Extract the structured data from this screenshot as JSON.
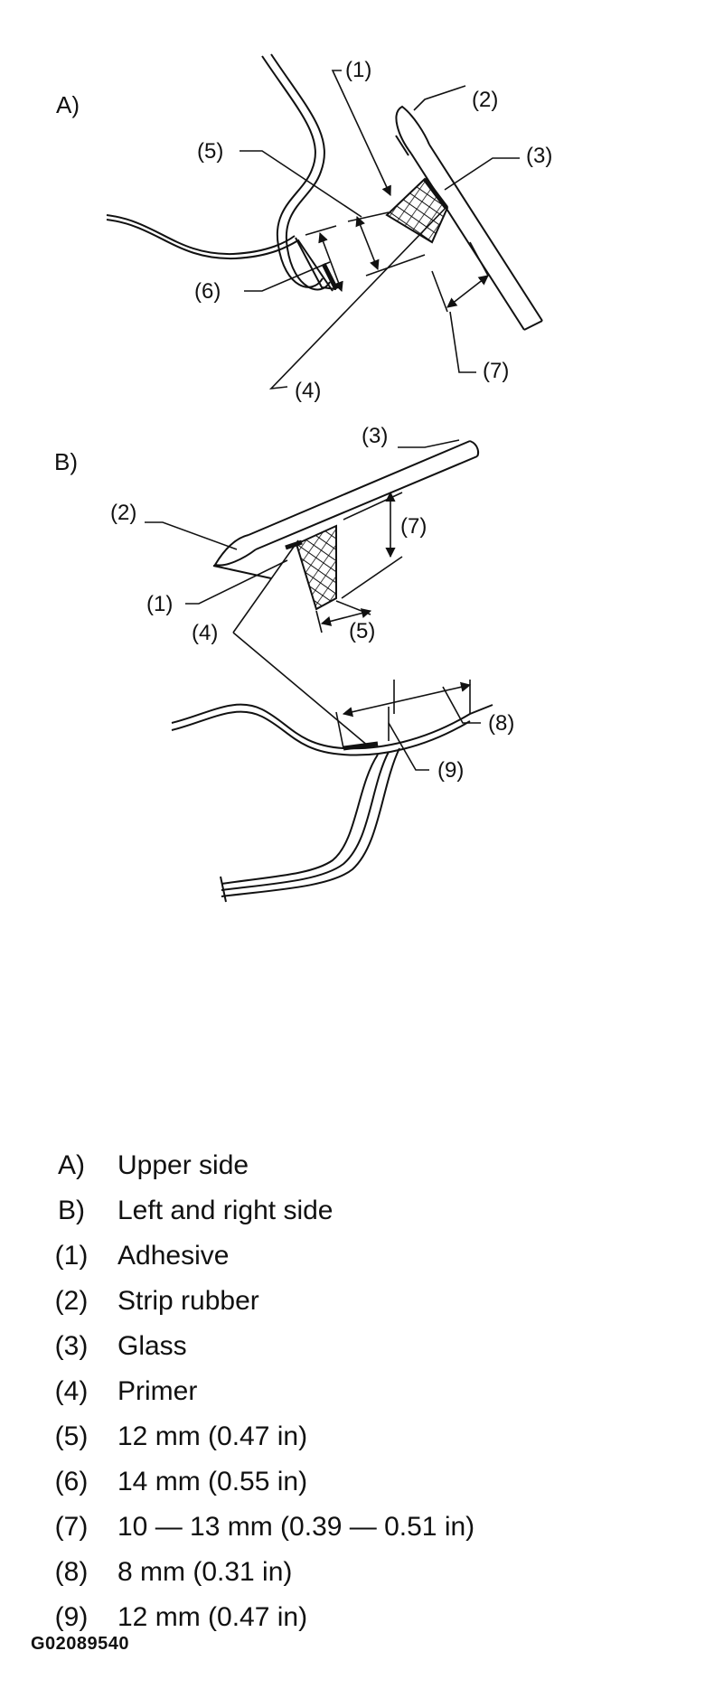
{
  "diagram": {
    "sections": [
      {
        "key": "A)",
        "callouts": [
          "(1)",
          "(2)",
          "(3)",
          "(4)",
          "(5)",
          "(6)",
          "(7)"
        ]
      },
      {
        "key": "B)",
        "callouts": [
          "(3)",
          "(2)",
          "(7)",
          "(1)",
          "(4)",
          "(5)",
          "(8)",
          "(9)"
        ]
      }
    ]
  },
  "legend": [
    {
      "key": "A)",
      "text": "Upper side"
    },
    {
      "key": "B)",
      "text": "Left and right side"
    },
    {
      "key": "(1)",
      "text": "Adhesive"
    },
    {
      "key": "(2)",
      "text": "Strip rubber"
    },
    {
      "key": "(3)",
      "text": "Glass"
    },
    {
      "key": "(4)",
      "text": "Primer"
    },
    {
      "key": "(5)",
      "text": "12 mm (0.47 in)"
    },
    {
      "key": "(6)",
      "text": "14 mm (0.55 in)"
    },
    {
      "key": "(7)",
      "text": "10 — 13 mm (0.39 — 0.51 in)"
    },
    {
      "key": "(8)",
      "text": "8 mm (0.31 in)"
    },
    {
      "key": "(9)",
      "text": "12 mm (0.47 in)"
    }
  ],
  "figure_code": "G02089540"
}
